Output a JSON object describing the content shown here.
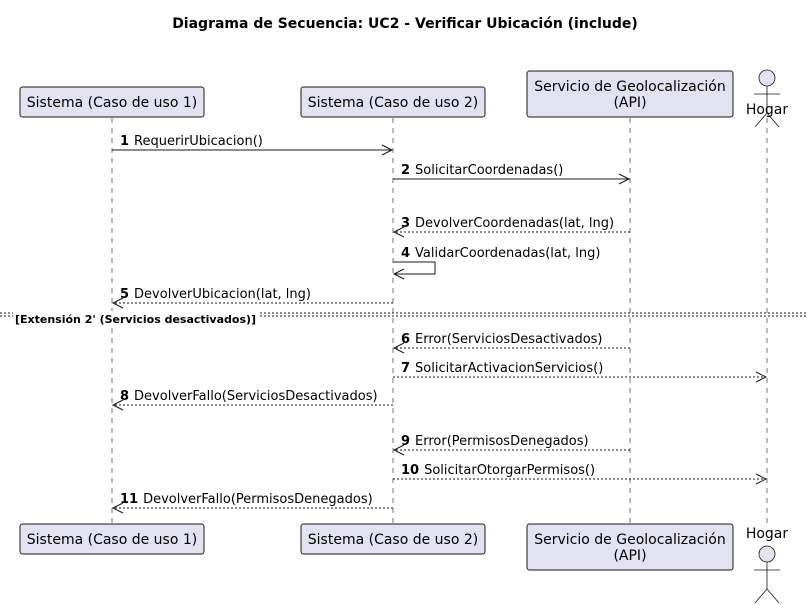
{
  "title": "Diagrama de Secuencia: UC2 - Verificar Ubicación (include)",
  "participants": [
    {
      "id": "uc1",
      "lines": [
        "Sistema (Caso de uso 1)"
      ],
      "kind": "box"
    },
    {
      "id": "uc2",
      "lines": [
        "Sistema (Caso de uso 2)"
      ],
      "kind": "box"
    },
    {
      "id": "geo",
      "lines": [
        "Servicio de Geolocalización",
        "(API)"
      ],
      "kind": "box"
    },
    {
      "id": "hogar",
      "lines": [
        "Hogar"
      ],
      "kind": "actor"
    }
  ],
  "messages": [
    {
      "num": "1",
      "text": "RequerirUbicacion()",
      "from": "uc1",
      "to": "uc2",
      "style": "solid"
    },
    {
      "num": "2",
      "text": "SolicitarCoordenadas()",
      "from": "uc2",
      "to": "geo",
      "style": "solid"
    },
    {
      "num": "3",
      "text": "DevolverCoordenadas(lat, lng)",
      "from": "geo",
      "to": "uc2",
      "style": "dashed"
    },
    {
      "num": "4",
      "text": "ValidarCoordenadas(lat, lng)",
      "from": "uc2",
      "to": "uc2",
      "style": "self"
    },
    {
      "num": "5",
      "text": "DevolverUbicacion(lat, lng)",
      "from": "uc2",
      "to": "uc1",
      "style": "dashed"
    },
    {
      "num": "6",
      "text": "Error(ServiciosDesactivados)",
      "from": "geo",
      "to": "uc2",
      "style": "dashed"
    },
    {
      "num": "7",
      "text": "SolicitarActivacionServicios()",
      "from": "uc2",
      "to": "hogar",
      "style": "dashed"
    },
    {
      "num": "8",
      "text": "DevolverFallo(ServiciosDesactivados)",
      "from": "uc2",
      "to": "uc1",
      "style": "dashed"
    },
    {
      "num": "9",
      "text": "Error(PermisosDenegados)",
      "from": "geo",
      "to": "uc2",
      "style": "dashed"
    },
    {
      "num": "10",
      "text": "SolicitarOtorgarPermisos()",
      "from": "uc2",
      "to": "hogar",
      "style": "dashed"
    },
    {
      "num": "11",
      "text": "DevolverFallo(PermisosDenegados)",
      "from": "uc2",
      "to": "uc1",
      "style": "dashed"
    }
  ],
  "separator": {
    "label": "[Extensión 2' (Servicios desactivados)]"
  }
}
